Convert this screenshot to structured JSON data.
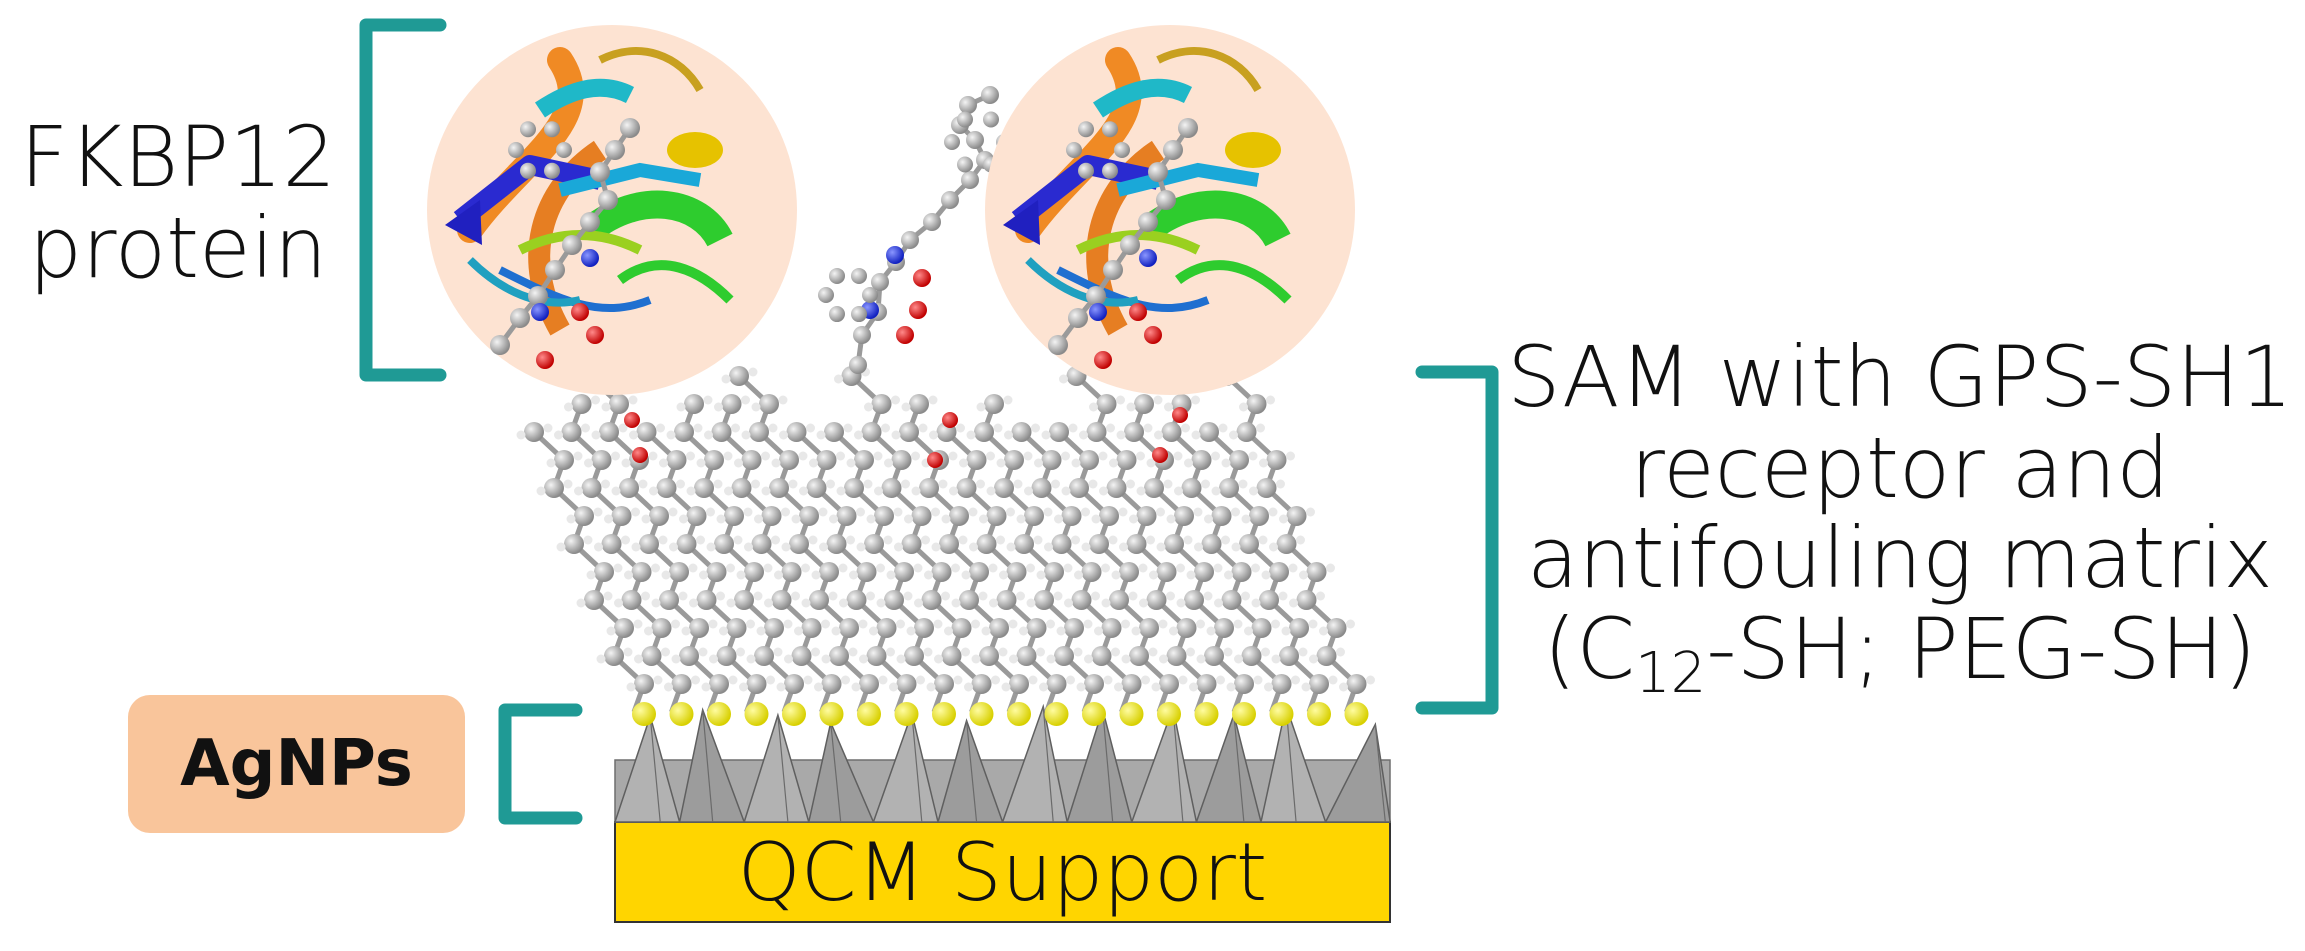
{
  "labels": {
    "protein": [
      "FKBP12",
      "protein"
    ],
    "sam": [
      "SAM with GPS-SH1",
      "receptor and",
      "antifouling matrix"
    ],
    "sam_formula": {
      "open": "(C",
      "sub": "12",
      "rest": "-SH; PEG-SH)"
    },
    "agnps": "AgNPs",
    "support": "QCM Support"
  },
  "colors": {
    "bracket": "#1f9a95",
    "support": "#ffd500",
    "badge": "#f9c59b",
    "nanoparticle": "#a2a2a2",
    "sulfur": "#f0ea1e",
    "carbon": "#a8a8a8",
    "oxygen": "#e01e1e",
    "nitrogen": "#1e2ee0",
    "protein_halo": "#fde3d2"
  }
}
